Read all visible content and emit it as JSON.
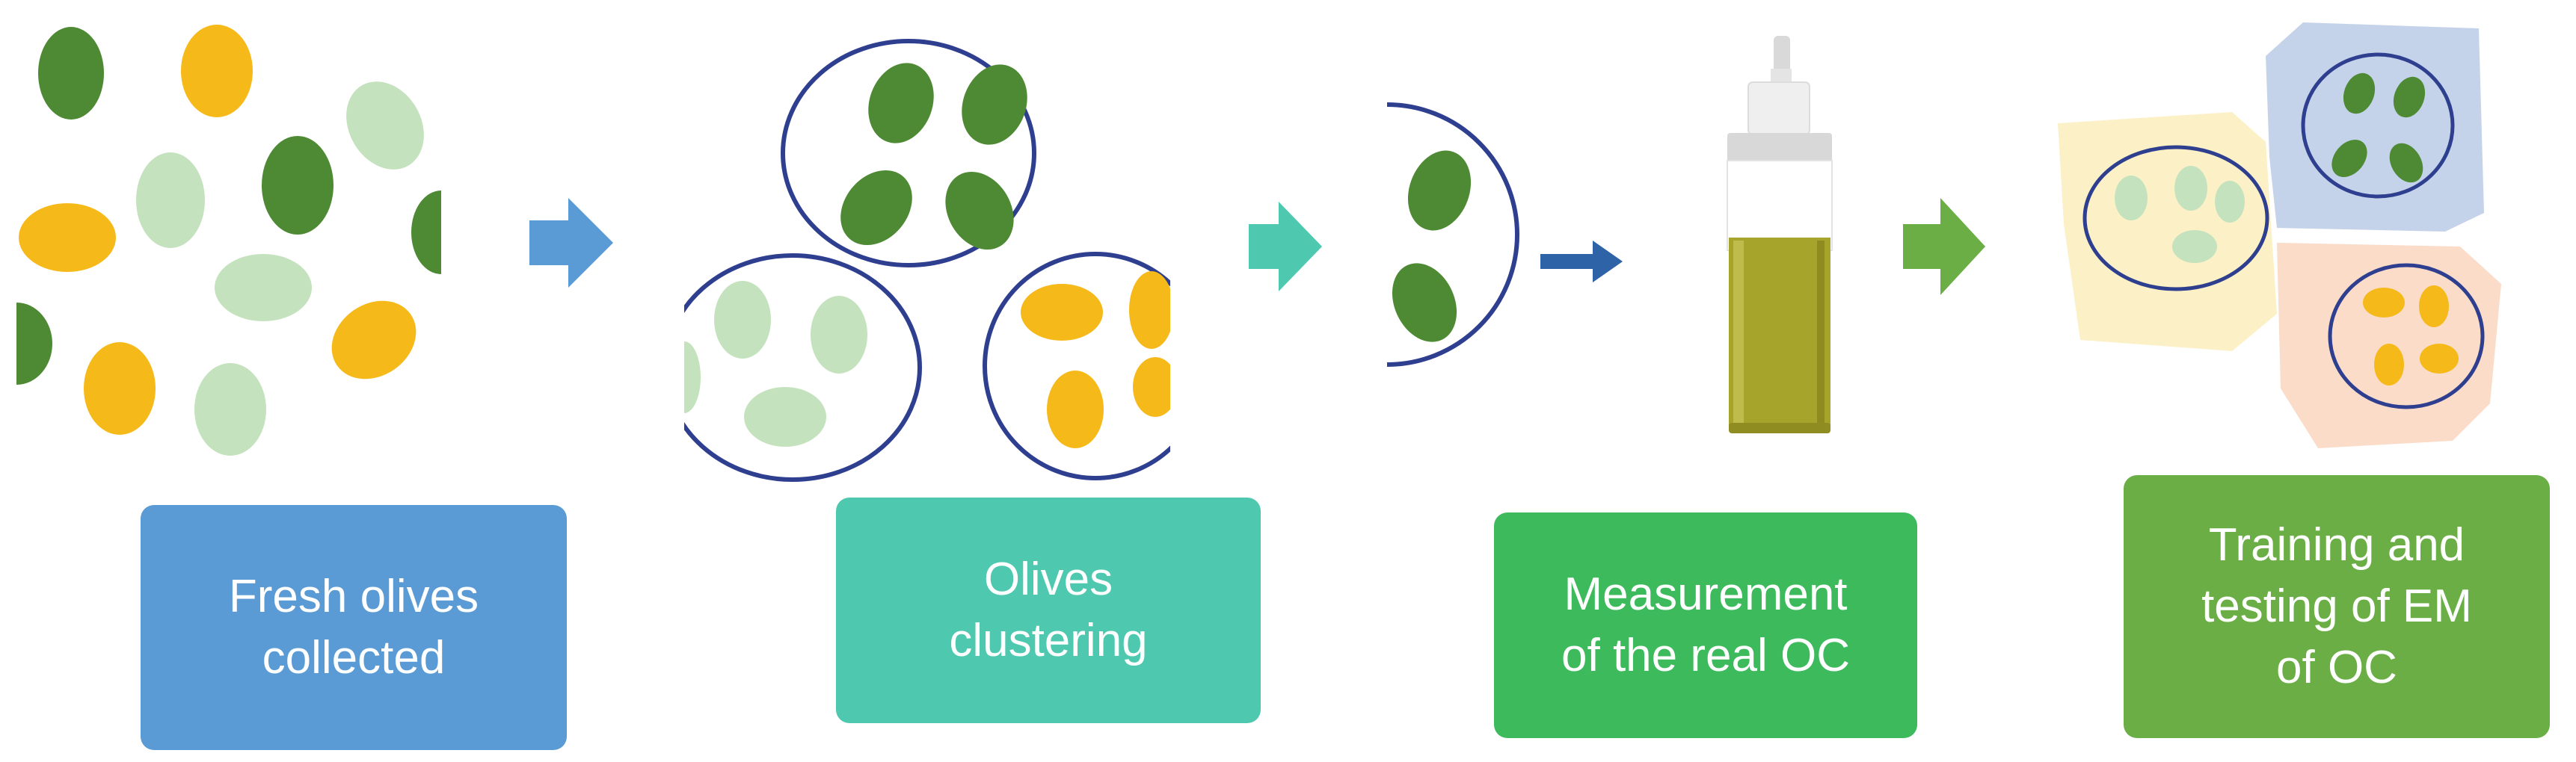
{
  "steps": [
    {
      "label_lines": [
        "Fresh olives",
        "collected"
      ],
      "color": "#5b9bd5"
    },
    {
      "label_lines": [
        "Olives",
        "clustering"
      ],
      "color": "#4ec9b0"
    },
    {
      "label_lines": [
        "Measurement",
        "of the real OC"
      ],
      "color": "#3cba5c"
    },
    {
      "label_lines": [
        "Training and",
        "testing of EM",
        "of OC"
      ],
      "color": "#6aae45"
    }
  ],
  "colors": {
    "olive_dark": "#4e8a34",
    "olive_yellow": "#f6b91a",
    "olive_light": "#c4e2bd",
    "cluster_ring": "#2f3f8f",
    "arrow_1": "#5b9bd5",
    "arrow_2": "#4ec9b0",
    "arrow_3": "#2e63a8",
    "arrow_4": "#6aae45",
    "oil": "#a7a42c",
    "bg_yellow": "#fcf1c6",
    "bg_blue": "#c5d3ea",
    "bg_pink": "#fadcc9"
  },
  "icons": [
    "bottle-icon"
  ]
}
